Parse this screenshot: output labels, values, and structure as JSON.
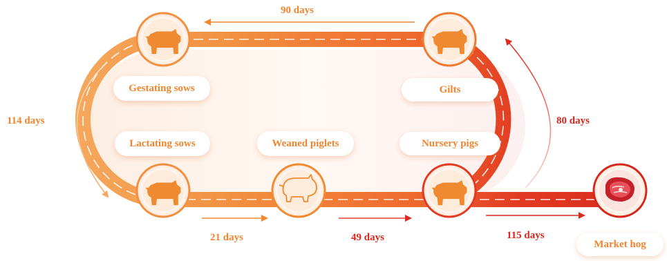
{
  "stages": {
    "gestating_sows": "Gestating sows",
    "lactating_sows": "Lactating sows",
    "weaned_piglets": "Weaned piglets",
    "nursery_pigs": "Nursery pigs",
    "gilts": "Gilts",
    "market_hog": "Market hog"
  },
  "durations": {
    "top": "90 days",
    "left": "114 days",
    "right": "80 days",
    "bottom_1": "21 days",
    "bottom_2": "49 days",
    "bottom_3": "115 days"
  },
  "icons": {
    "gestating": "pig-icon",
    "gilts": "pig-icon",
    "lactating": "pig-icon",
    "weaned": "piglet-outline-icon",
    "nursery": "pig-icon",
    "market": "meat-icon"
  },
  "colors": {
    "orange": "#f08a30",
    "light_orange": "#f6b068",
    "red": "#dd2a1c",
    "text_orange": "#ef8530",
    "text_red": "#d9261c"
  }
}
